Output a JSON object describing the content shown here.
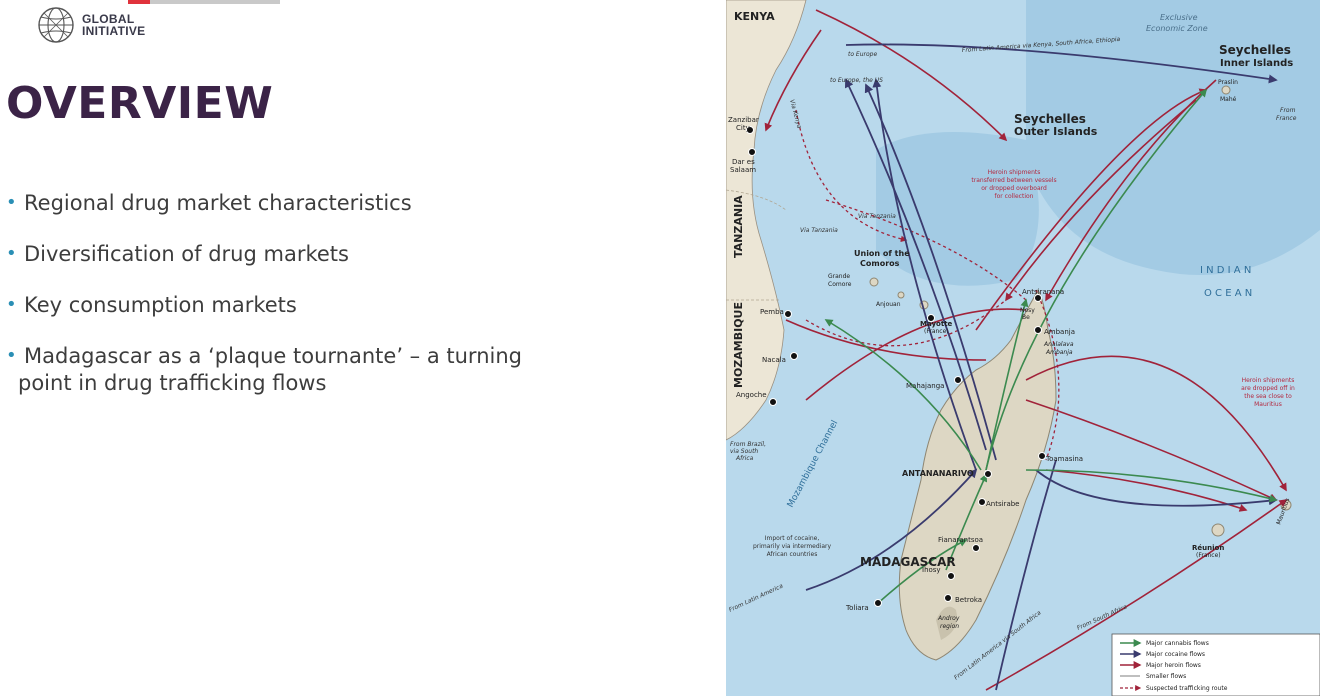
{
  "header": {
    "logo_line1": "GLOBAL",
    "logo_line2": "INITIATIVE",
    "title": "OVERVIEW"
  },
  "bullets": [
    "Regional drug market characteristics",
    "Diversification of drug markets",
    "Key consumption markets",
    "Madagascar as a ‘plaque tournante’ – a turning",
    "point in drug trafficking flows"
  ],
  "map": {
    "countries": {
      "kenya": "KENYA",
      "tanzania": "TANZANIA",
      "mozambique": "MOZAMBIQUE",
      "madagascar": "MADAGASCAR"
    },
    "regions": {
      "seychelles_inner": "Seychelles",
      "seychelles_inner_sub": "Inner Islands",
      "seychelles_outer": "Seychelles",
      "seychelles_outer_sub": "Outer Islands",
      "comoros": "Union of the",
      "comoros_sub": "Comoros",
      "indian": "I N D I A N",
      "ocean": "O C E A N",
      "channel": "Mozambique Channel",
      "eez1": "Exclusive",
      "eez2": "Economic Zone"
    },
    "places": {
      "zanzibar": "Zanzibar",
      "zanzibar_sub": "City",
      "dar": "Dar es",
      "dar_sub": "Salaam",
      "pemba": "Pemba",
      "nacala": "Nacala",
      "angoche": "Angoche",
      "grande_comore": "Grande",
      "grande_comore_sub": "Comore",
      "anjouan": "Anjouan",
      "mayotte": "Mayotte",
      "mayotte_sub": "(France)",
      "nosy_be": "Nosy",
      "nosy_be_sub": "Be",
      "antsiranana": "Antsiranana",
      "ambanja": "Ambanja",
      "analalava": "Analalava",
      "analalava_sub": "Ambanja",
      "mahajanga": "Mahajanga",
      "antananarivo": "ANTANANARIVO",
      "toamasina": "Toamasina",
      "antsirabe": "Antsirabe",
      "fianarantsoa": "Fianarantsoa",
      "ihosy": "Ihosy",
      "betroka": "Betroka",
      "toliara": "Toliara",
      "androy": "Androy",
      "androy_sub": "region",
      "praslin": "Praslin",
      "mahe": "Mahé",
      "reunion": "Réunion",
      "reunion_sub": "(France)",
      "mauritius": "Mauritius"
    },
    "route_labels": {
      "to_europe": "to Europe",
      "to_europe_us": "to Europe, the US",
      "from_latam": "From Latin America via  Kenya, South Africa, Ethiopia",
      "from_france1": "From",
      "from_france2": "France",
      "via_kenya": "Via Kenya",
      "via_tanzania": "Via Tanzania",
      "via_tanzania2": "Via Tanzania",
      "from_brazil1": "From Brazil,",
      "from_brazil2": "via South",
      "from_brazil3": "Africa",
      "from_latin_america": "From Latin America",
      "from_latam_sa": "From Latin America via South Africa",
      "from_south_africa": "From South Africa"
    },
    "notes": {
      "heroin1": "Heroin shipments",
      "heroin2": "transferred between vessels",
      "heroin3": "or dropped overboard",
      "heroin4": "for collection",
      "mauritius1": "Heroin shipments",
      "mauritius2": "are dropped off in",
      "mauritius3": "the sea close to",
      "mauritius4": "Mauritius",
      "cocaine1": "Import of cocaine,",
      "cocaine2": "primarily via intermediary",
      "cocaine3": "African countries"
    },
    "legend": [
      "Major cannabis flows",
      "Major cocaine flows",
      "Major heroin flows",
      "Smaller flows",
      "Suspected trafficking route"
    ],
    "colors": {
      "sea": "#b9d9ec",
      "land": "#ece6d6",
      "madagascar": "#ddd7c4",
      "cannabis": "#3b8a4f",
      "cocaine": "#3a3b6e",
      "heroin": "#a1233a"
    }
  }
}
